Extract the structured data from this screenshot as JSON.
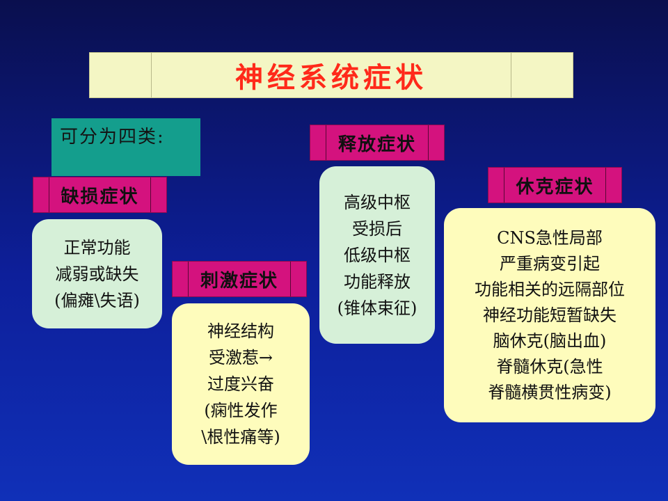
{
  "title": "神经系统症状",
  "intro": "可分为四类:",
  "categories": [
    {
      "label": "缺损症状",
      "lines": [
        "正常功能",
        "减弱或缺失",
        "(偏瘫\\失语)"
      ]
    },
    {
      "label": "刺激症状",
      "lines": [
        "神经结构",
        "受激惹→",
        "过度兴奋",
        "(痫性发作",
        "\\根性痛等)"
      ]
    },
    {
      "label": "释放症状",
      "lines": [
        "高级中枢",
        "受损后",
        "低级中枢",
        "功能释放",
        "(锥体束征)"
      ]
    },
    {
      "label": "休克症状",
      "lines": [
        "CNS急性局部",
        "严重病变引起",
        "功能相关的远隔部位",
        "神经功能短暂缺失",
        "脑休克(脑出血)",
        "脊髓休克(急性",
        "脊髓横贯性病变)"
      ]
    }
  ],
  "colors": {
    "background": "#0d1f9a",
    "title_bg": "#f4f6c4",
    "title_text": "#ff2a1a",
    "intro_bg": "#149e8d",
    "label_bg": "#d4127e",
    "green_box": "#d6f0d8",
    "yellow_box": "#fefcbc"
  }
}
